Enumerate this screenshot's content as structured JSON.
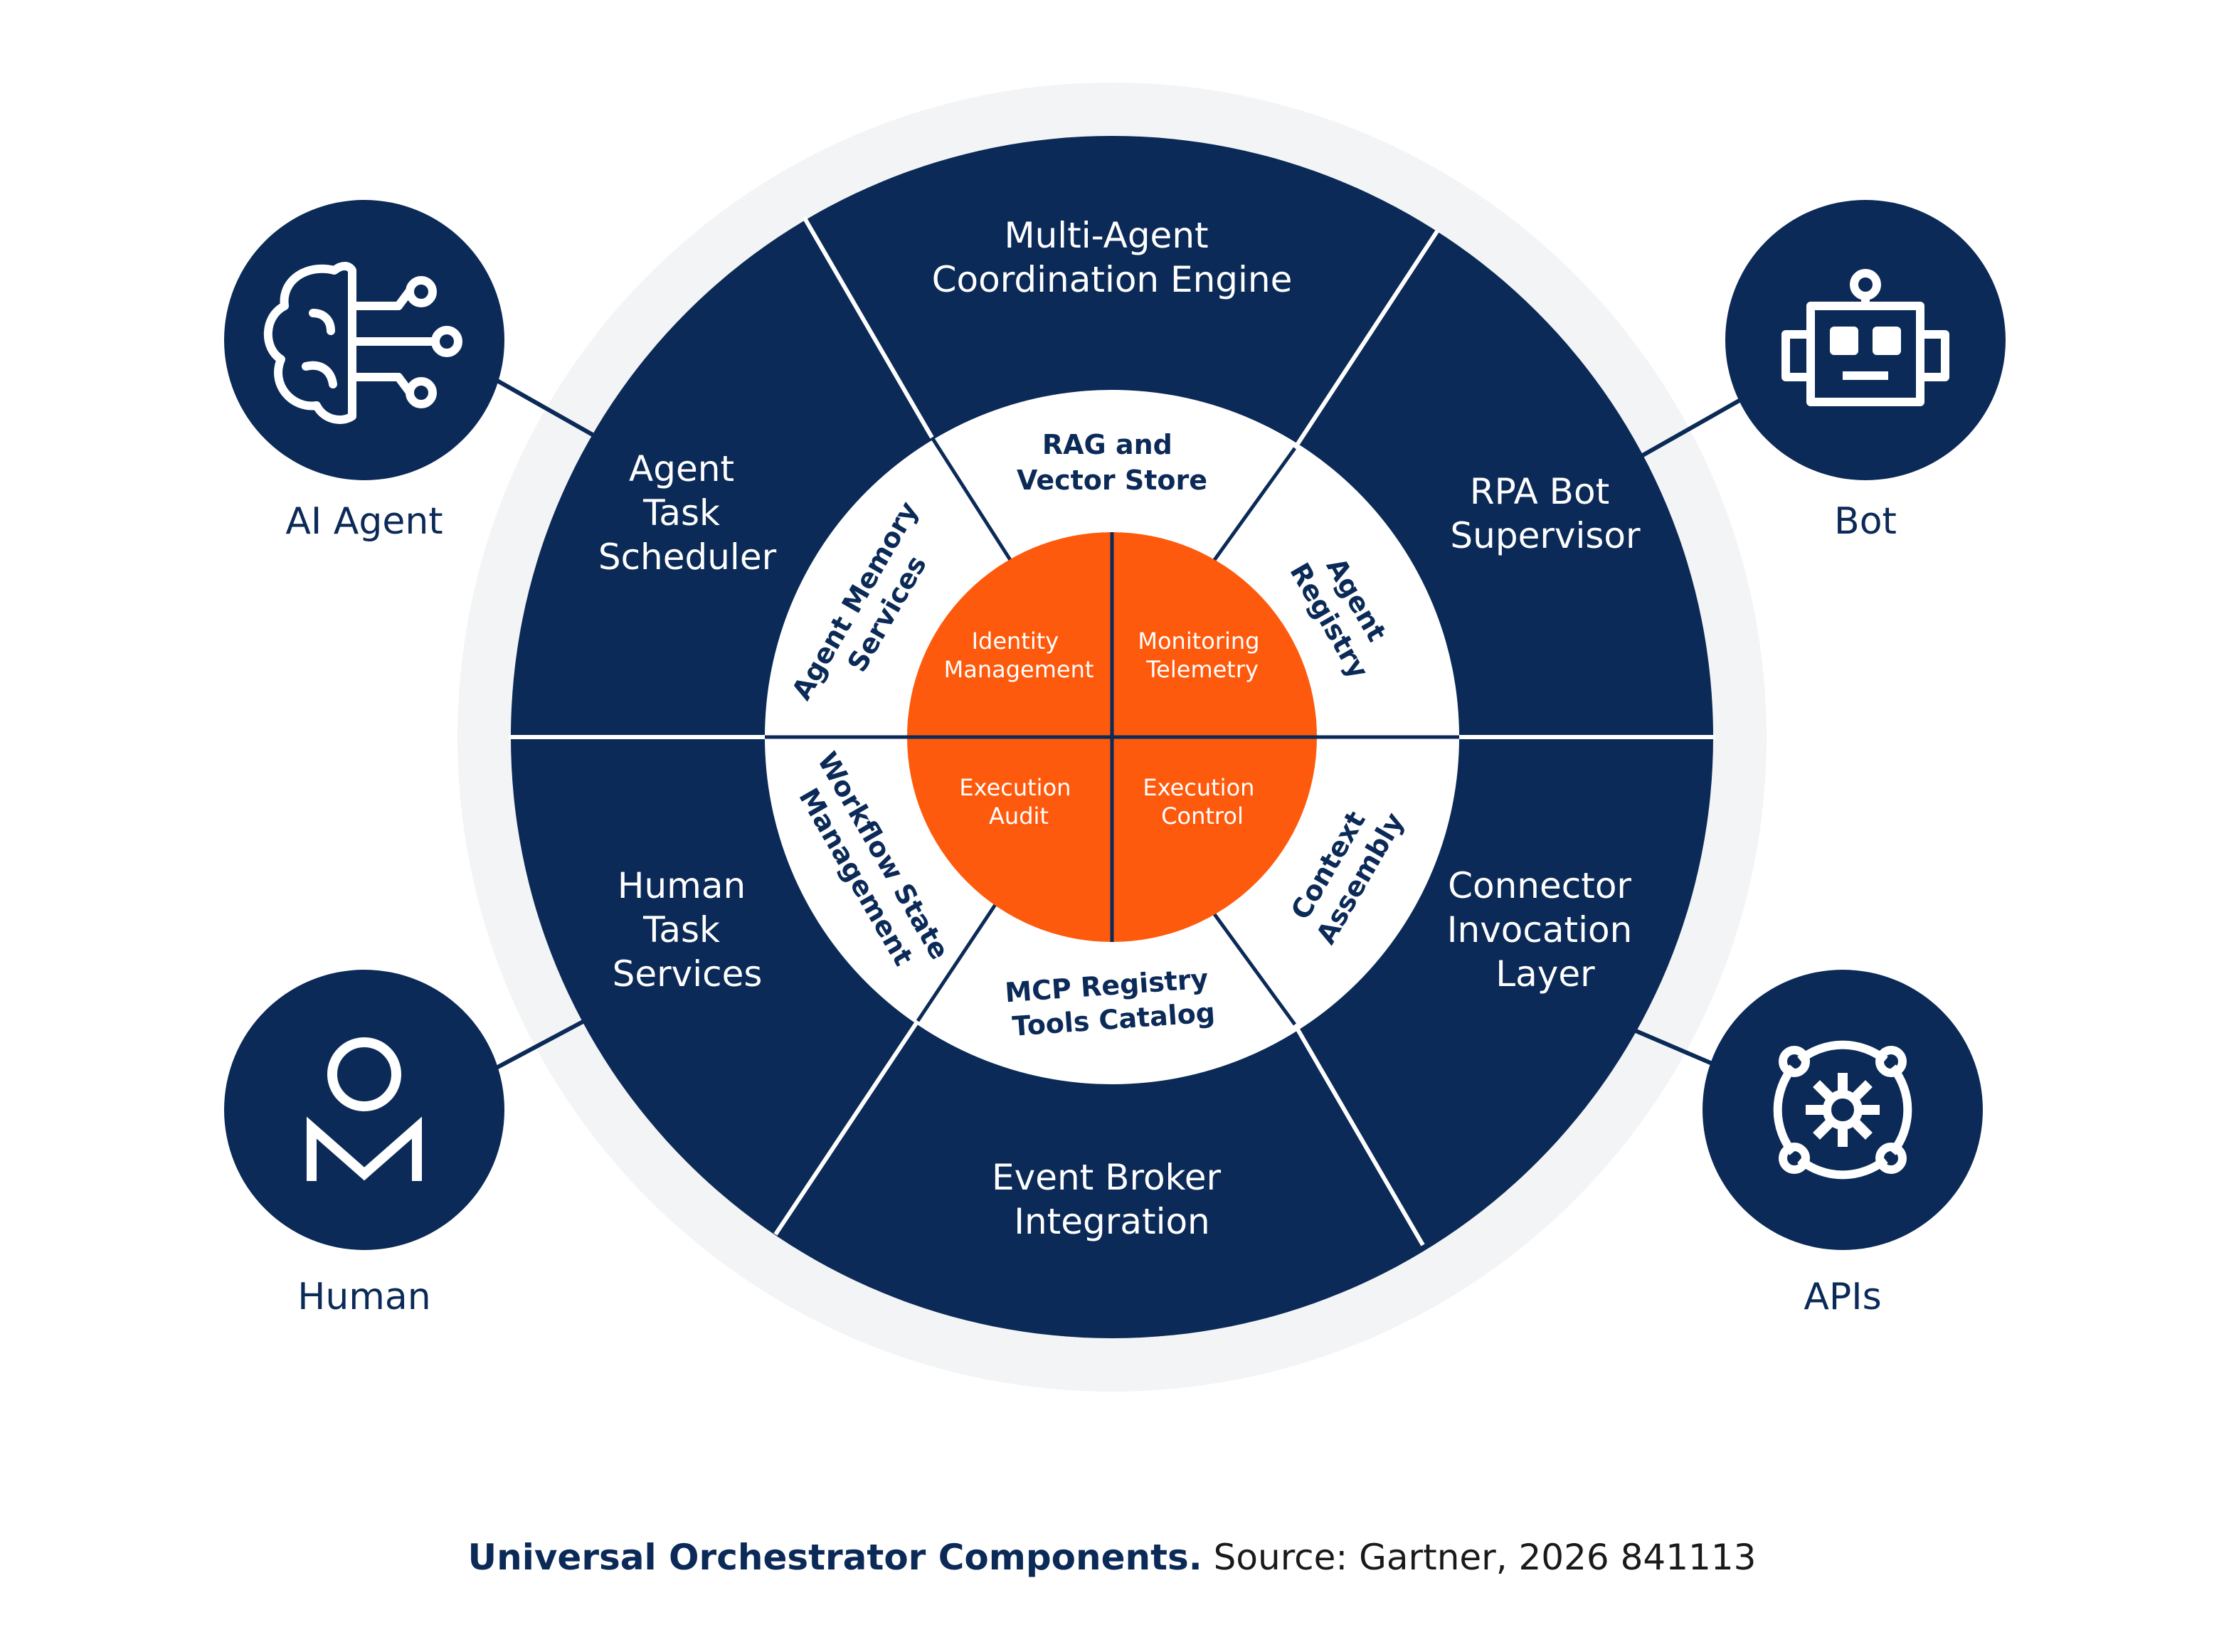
{
  "colors": {
    "navy": "#0b2a57",
    "orange": "#fe5a0d",
    "halo": "#f3f4f6",
    "white": "#ffffff"
  },
  "outer_segments": {
    "top": [
      "Multi-Agent",
      "Coordination Engine"
    ],
    "top_right": [
      "RPA Bot",
      "Supervisor"
    ],
    "bottom_right": [
      "Connector",
      "Invocation",
      "Layer"
    ],
    "bottom": [
      "Event Broker",
      "Integration"
    ],
    "bottom_left": [
      "Human",
      "Task",
      "Services"
    ],
    "top_left": [
      "Agent",
      "Task",
      "Scheduler"
    ]
  },
  "ring_segments": {
    "top": [
      "RAG and",
      "Vector Store"
    ],
    "top_right": [
      "Agent",
      "Registry"
    ],
    "bottom_right": [
      "Context",
      "Assembly"
    ],
    "bottom": [
      "MCP Registry",
      "Tools Catalog"
    ],
    "bottom_left": [
      "Workflow State",
      "Management"
    ],
    "top_left": [
      "Agent Memory",
      "Services"
    ]
  },
  "core": {
    "top_left": [
      "Identity",
      "Management"
    ],
    "top_right": [
      "Monitoring",
      "Telemetry"
    ],
    "bottom_left": [
      "Execution",
      "Audit"
    ],
    "bottom_right": [
      "Execution",
      "Control"
    ]
  },
  "actors": {
    "ai_agent": {
      "label": "AI Agent",
      "icon": "brain-circuit-icon"
    },
    "bot": {
      "label": "Bot",
      "icon": "robot-icon"
    },
    "human": {
      "label": "Human",
      "icon": "person-icon"
    },
    "apis": {
      "label": "APIs",
      "icon": "gear-network-icon"
    }
  },
  "caption": {
    "bold": "Universal Orchestrator Components.",
    "rest": " Source: Gartner, 2026 841113"
  }
}
